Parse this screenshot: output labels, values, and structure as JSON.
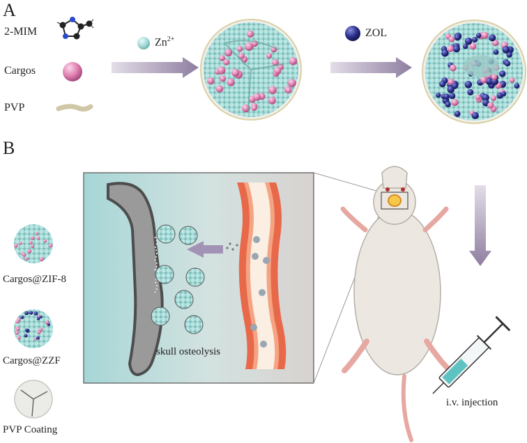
{
  "panel_a": {
    "letter": "A",
    "legend": {
      "mim": "2-MIM",
      "cargos": "Cargos",
      "pvp": "PVP"
    },
    "zn_base": "Zn",
    "zn_sup": "2+",
    "zol": "ZOL"
  },
  "panel_b": {
    "letter": "B",
    "particles": {
      "zif8": "Cargos@ZIF-8",
      "zzf": "Cargos@ZZF",
      "pvp_coating": "PVP Coating"
    },
    "inset_label": "skull osteolysis",
    "injection_label": "i.v. injection"
  },
  "colors": {
    "teal": "#a8dcd9",
    "pink": "#e07fb0",
    "navy": "#2a2f8a",
    "arrow": "#9a8aa8",
    "vessel": "#e06a45",
    "bone": "#8f8f8f"
  }
}
